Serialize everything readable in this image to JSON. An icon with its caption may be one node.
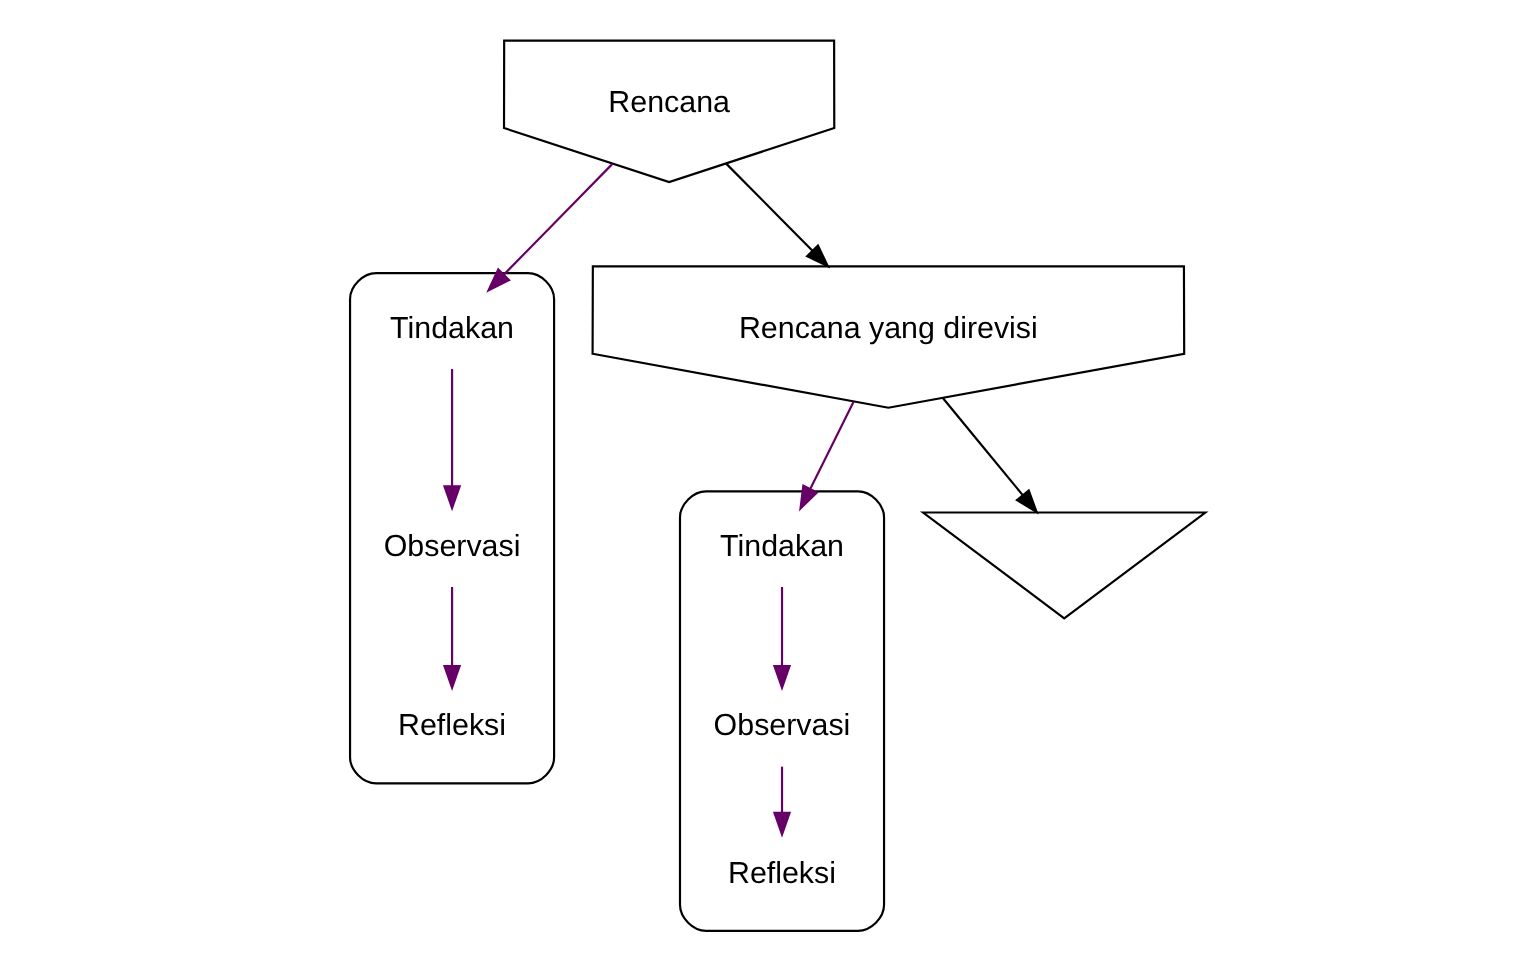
{
  "diagram": {
    "nodes": [
      {
        "text": [
          "Rencana"
        ]
      },
      {
        "text": [],
        "shape": "ellipse"
      },
      {
        "text": [
          "Refleksi"
        ],
        "in": 1
      },
      {
        "text": [
          "Observasi"
        ],
        "in": 1
      },
      {
        "text": [
          "Tindakan"
        ],
        "in": 1
      },
      {
        "text": [
          "Rencana yang direvisi"
        ]
      },
      {
        "text": [],
        "shape": "ellipse"
      },
      {
        "text": [
          "Refleksi"
        ],
        "in": 6
      },
      {
        "text": [
          "Observasi"
        ],
        "in": 6
      },
      {
        "text": [
          "Tindakan"
        ],
        "in": 6
      },
      {
        "text": [],
        "shape": "arrow"
      }
    ],
    "edges": [
      {
        "from": 0,
        "to": 4,
        "arrow": "to",
        "color": "#660066"
      },
      {
        "from": 4,
        "to": 3,
        "arrow": "to",
        "color": "#660066"
      },
      {
        "from": 3,
        "to": 2,
        "arrow": "to",
        "color": "#660066"
      },
      {
        "from": 0,
        "to": 5,
        "arrow": "to",
        "color": "#000000"
      },
      {
        "from": 5,
        "to": 9,
        "arrow": "to",
        "color": "#660066"
      },
      {
        "from": 9,
        "to": 8,
        "arrow": "to",
        "color": "#660066"
      },
      {
        "from": 8,
        "to": 7,
        "arrow": "to",
        "color": "#660066"
      },
      {
        "from": 5,
        "to": 10,
        "arrow": "to",
        "color": "#000000"
      }
    ]
  }
}
